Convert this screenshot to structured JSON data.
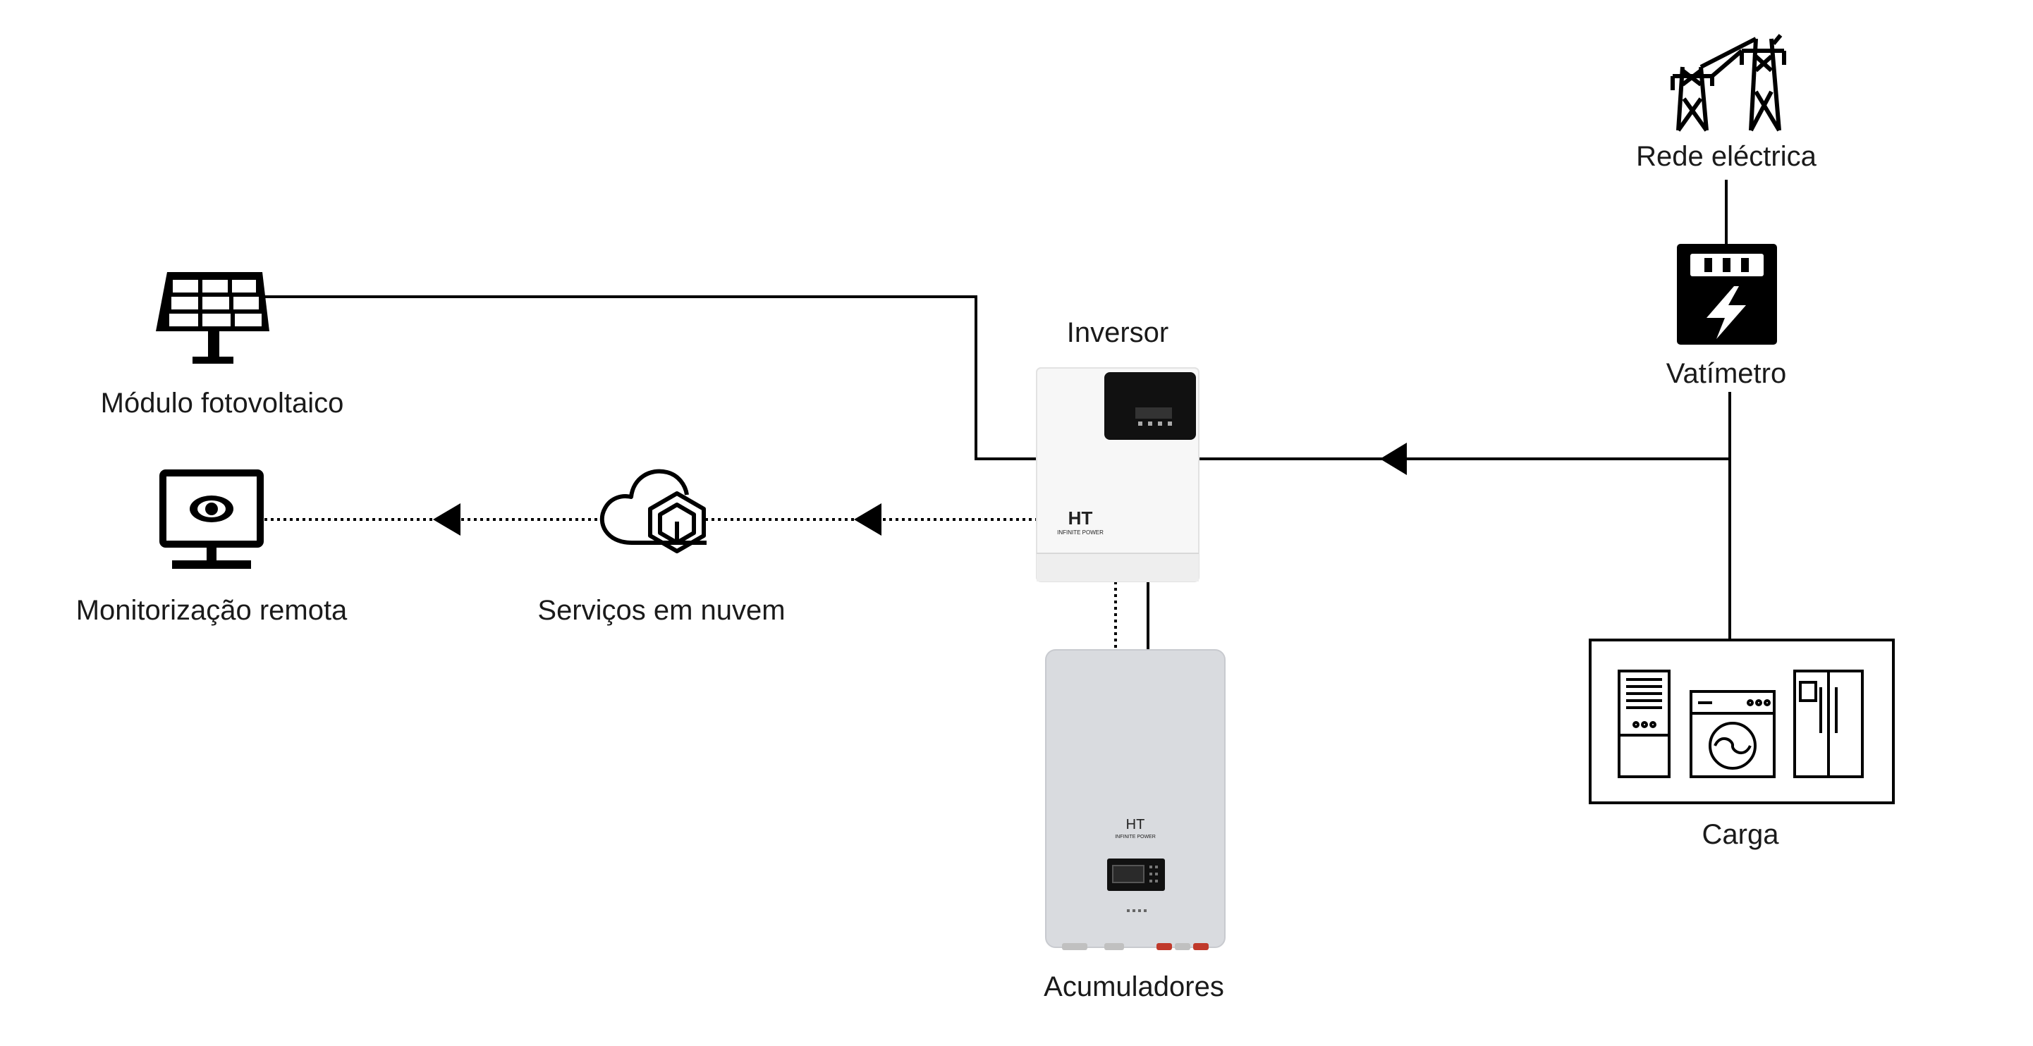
{
  "labels": {
    "pv_module": "Módulo fotovoltaico",
    "remote_monitoring": "Monitorização remota",
    "cloud_services": "Serviços em nuvem",
    "inverter": "Inversor",
    "batteries": "Acumuladores",
    "grid": "Rede eléctrica",
    "meter": "Vatímetro",
    "load": "Carga"
  },
  "brand": {
    "logo": "HT",
    "tagline": "INFINITE POWER"
  },
  "icons": {
    "pv_module": "solar-panel-icon",
    "remote_monitoring": "monitor-eye-icon",
    "cloud_services": "cloud-icon",
    "grid": "power-pylon-icon",
    "meter": "meter-bolt-icon",
    "load": "appliances-icon"
  },
  "colors": {
    "line": "#000000",
    "inverter_body": "#f4f4f4",
    "battery_body": "#d9dbdf",
    "display": "#111111"
  }
}
